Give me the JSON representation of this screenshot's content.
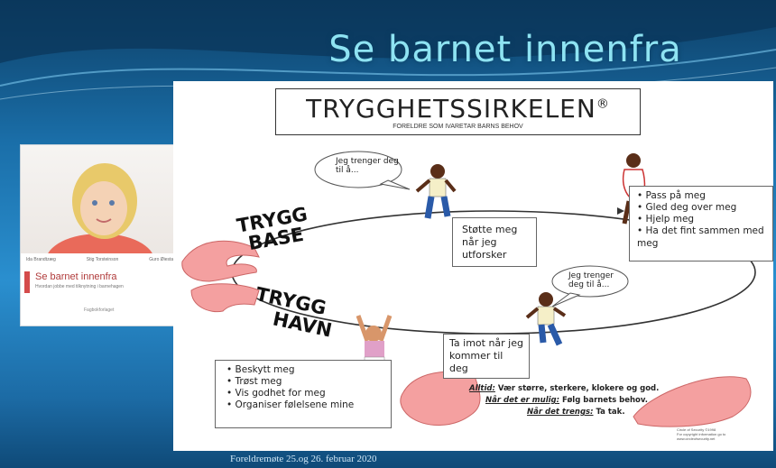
{
  "slide": {
    "title": "Se barnet innenfra",
    "footer": "Foreldremøte 25.og 26. februar 2020"
  },
  "book": {
    "authors": [
      "Ida Brandtzæg",
      "Stig Torsteinson",
      "Guro Øiestad"
    ],
    "title": "Se barnet innenfra",
    "subtitle": "Hvordan jobbe med tilknytning i barnehagen",
    "publisher": "Fagbokforlaget"
  },
  "diagram": {
    "title": "TRYGGHETSSIRKELEN",
    "registered": "®",
    "subtitle": "FORELDRE SOM IVARETAR BARNS BEHOV",
    "speech_top": "Jeg trenger deg til å...",
    "speech_right": "Jeg trenger deg til å...",
    "support_box": "Støtte meg når jeg utforsker",
    "receive_box": "Ta imot når jeg kommer til deg",
    "label_trygg1": "TRYGG",
    "label_base": "BASE",
    "label_trygg2": "TRYGG",
    "label_havn": "HAVN",
    "top_needs": [
      "Pass på meg",
      "Gled deg over meg",
      "Hjelp meg",
      "Ha det fint sammen med meg"
    ],
    "bottom_needs": [
      "Beskytt meg",
      "Trøst meg",
      "Vis godhet for meg",
      "Organiser følelsene mine"
    ],
    "always_label": "Alltid:",
    "always_text": "Vær større, sterkere, klokere og god.",
    "possible_label": "Når det er mulig:",
    "possible_text": "Følg barnets behov.",
    "needed_label": "Når det trengs:",
    "needed_text": "Ta tak.",
    "credit": [
      "Circle of Security ©1998",
      "For copyright information go to",
      "www.circleofsecurity.net"
    ]
  },
  "colors": {
    "title": "#8ee3f2",
    "background": "#1a6ea8",
    "hand": "#f39a9a"
  }
}
